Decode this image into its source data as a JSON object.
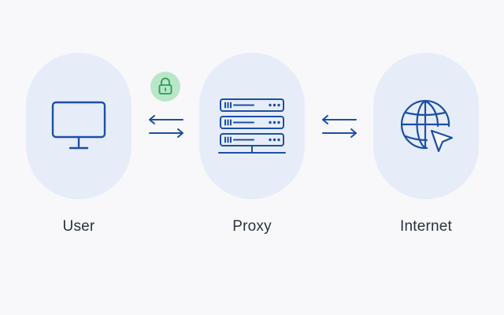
{
  "nodes": [
    {
      "id": "user",
      "label": "User",
      "icon": "monitor-icon"
    },
    {
      "id": "proxy",
      "label": "Proxy",
      "icon": "server-rack-icon"
    },
    {
      "id": "internet",
      "label": "Internet",
      "icon": "globe-cursor-icon"
    }
  ],
  "connections": [
    {
      "from": "User",
      "to": "Proxy",
      "icon": "bidirectional-arrows-icon",
      "secured": true,
      "badge_icon": "lock-icon"
    },
    {
      "from": "Proxy",
      "to": "Internet",
      "icon": "bidirectional-arrows-icon",
      "secured": false
    }
  ],
  "colors": {
    "background": "#f8f8fa",
    "node_fill": "#e6edf9",
    "icon_stroke": "#1d4fa6",
    "label_text": "#2a3240",
    "lock_badge_fill": "#b8e6c7",
    "lock_icon_stroke": "#2e9a57"
  }
}
